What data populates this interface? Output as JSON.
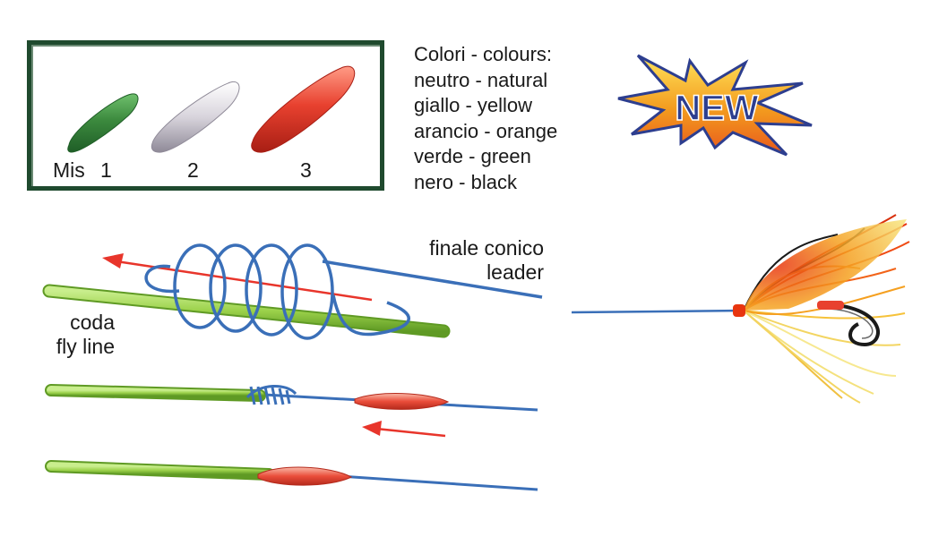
{
  "sizes": {
    "prefix": "Mis",
    "items": [
      {
        "label": "1",
        "color": "#3c8a3e"
      },
      {
        "label": "2",
        "color": "#d8d4dc"
      },
      {
        "label": "3",
        "color": "#e8412f"
      }
    ]
  },
  "colors_legend": {
    "title": "Colori - colours:",
    "items": [
      "neutro - natural",
      "giallo - yellow",
      "arancio - orange",
      "verde - green",
      "nero - black"
    ]
  },
  "badge": {
    "text": "NEW",
    "star_color": "#f39a1e",
    "text_color": "#2d3e8f"
  },
  "diagram": {
    "leader_label_1": "finale conico",
    "leader_label_2": "leader",
    "flyline_label_1": "coda",
    "flyline_label_2": "fly line",
    "flyline_color": "#9bd14a",
    "leader_color": "#3a6fb8",
    "arrow_color": "#e8352b",
    "float_color": "#ea4d3a"
  }
}
